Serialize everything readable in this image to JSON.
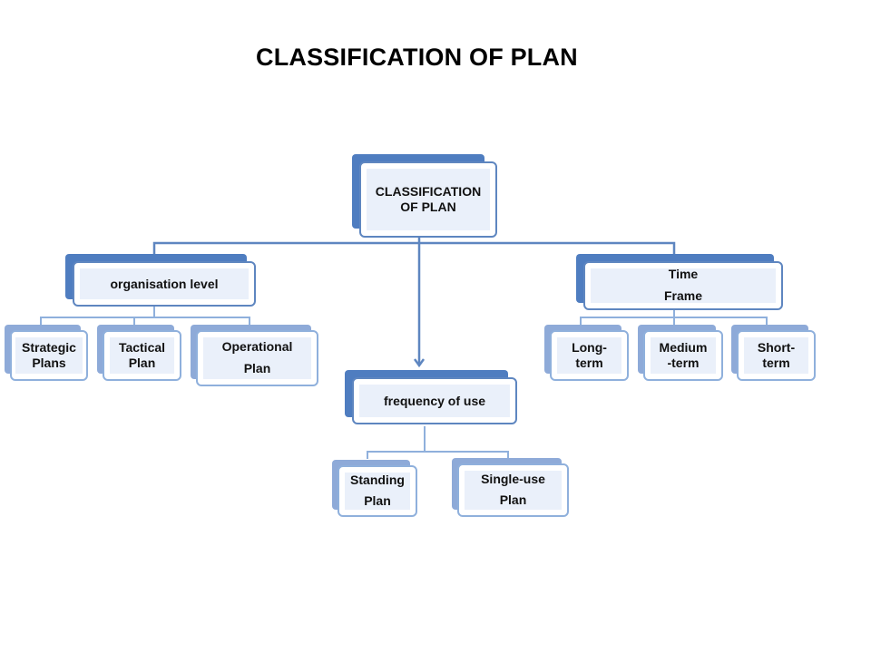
{
  "title": "CLASSIFICATION OF PLAN",
  "colors": {
    "primary_box": "#4f7dc0",
    "secondary_box": "#8eaad8",
    "box_fill": "#eaf0fa",
    "connector": "#5e86c0"
  },
  "root": {
    "label": "CLASSIFICATION\nOF PLAN"
  },
  "categories": {
    "organisation_level": {
      "label": "organisation level",
      "children": [
        "Strategic\nPlans",
        "Tactical\nPlan",
        "Operational\n\nPlan"
      ]
    },
    "frequency_of_use": {
      "label": "frequency of use",
      "children": [
        "Standing\n\nPlan",
        "Single-use\n\nPlan"
      ]
    },
    "time_frame": {
      "label": "Time\n\nFrame",
      "children": [
        "Long-\nterm",
        "Medium\n-term",
        "Short-\nterm"
      ]
    }
  }
}
